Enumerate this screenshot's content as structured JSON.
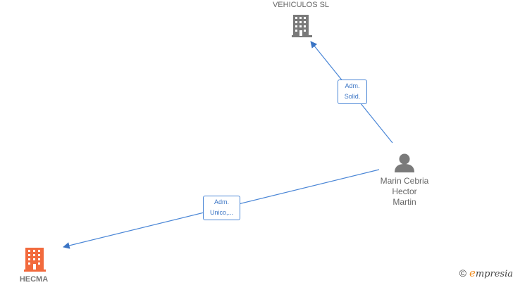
{
  "nodes": {
    "top_company": {
      "label": "VEHICULOS SL",
      "icon": "building-icon",
      "color": "#7a7a7a"
    },
    "person": {
      "lines": [
        "Marin Cebria",
        "Hector",
        "Martin"
      ],
      "icon": "person-icon",
      "color": "#7a7a7a"
    },
    "bottom_company": {
      "label": "HECMA",
      "icon": "building-icon",
      "color": "#f26a3d"
    }
  },
  "edges": {
    "to_top": {
      "lines": [
        "Adm.",
        "Solid."
      ],
      "color": "#4a86d6"
    },
    "to_bottom": {
      "lines": [
        "Adm.",
        "Unico,..."
      ],
      "color": "#4a86d6"
    }
  },
  "brand": {
    "copyright": "©",
    "e": "e",
    "name": "mpresia"
  }
}
